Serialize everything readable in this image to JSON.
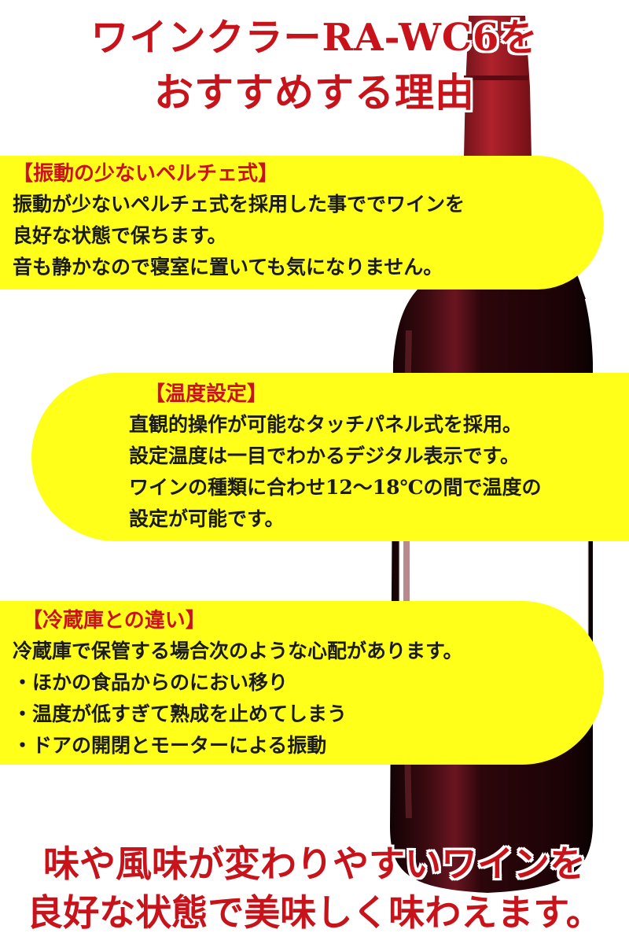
{
  "headline": {
    "line1": "ワインクラーRA-WC6を",
    "line2": "おすすめする理由"
  },
  "sections": [
    {
      "heading": "【振動の少ないペルチェ式】",
      "lines": [
        "振動が少ないペルチェ式を採用した事ででワインを",
        "良好な状態で保ちます。",
        "音も静かなので寝室に置いても気になりません。"
      ]
    },
    {
      "heading": "【温度設定】",
      "lines": [
        "直観的操作が可能なタッチパネル式を採用。",
        "設定温度は一目でわかるデジタル表示です。",
        "ワインの種類に合わせ12～18℃の間で温度の",
        "設定が可能です。"
      ]
    },
    {
      "heading": "【冷蔵庫との違い】",
      "lines": [
        "冷蔵庫で保管する場合次のような心配があります。",
        "・ほかの食品からのにおい移り",
        "・温度が低すぎて熟成を止めてしまう",
        "・ドアの開閉とモーターによる振動"
      ]
    }
  ],
  "footer": {
    "line1": "味や風味が変わりやすいワインを",
    "line2": "良好な状態で美味しく味わえます。"
  },
  "colors": {
    "accent_red": "#c8131b",
    "panel_yellow": "#ffff1a",
    "bottle_dark": "#2a0508",
    "capsule_red": "#8e141c"
  }
}
